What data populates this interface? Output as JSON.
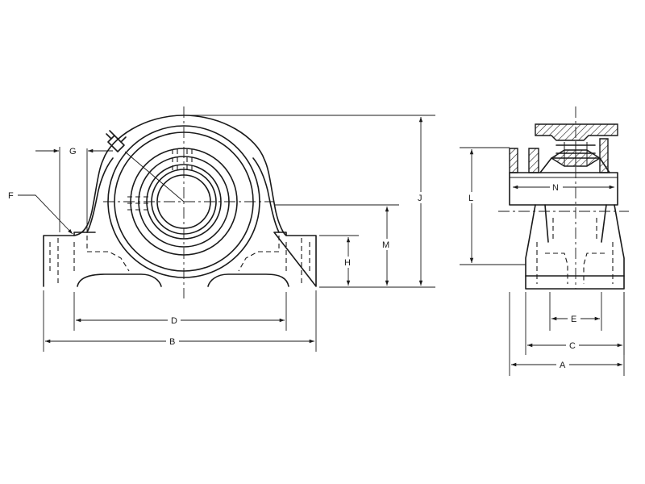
{
  "diagram": {
    "labels": {
      "A": "A",
      "B": "B",
      "C": "C",
      "D": "D",
      "E": "E",
      "F": "F",
      "G": "G",
      "H": "H",
      "J": "J",
      "L": "L",
      "M": "M",
      "N": "N"
    }
  }
}
